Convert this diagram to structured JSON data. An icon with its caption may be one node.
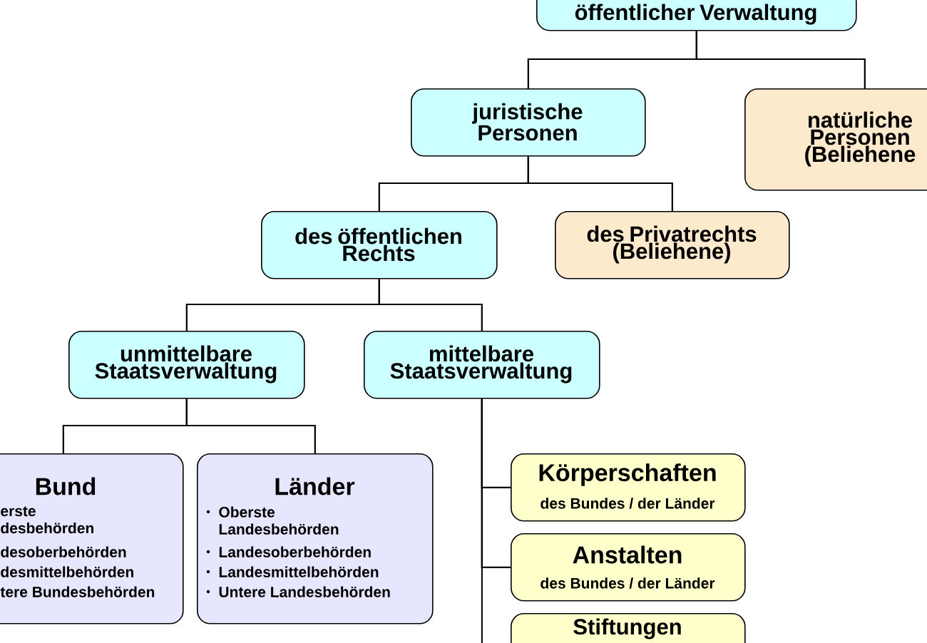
{
  "diagram": {
    "nodes": [
      {
        "text": [
          "öffentlicher Verwaltung"
        ]
      },
      {
        "text": [
          "juristische Personen"
        ]
      },
      {
        "text": [
          "natürliche Personen (Beliehene"
        ]
      },
      {
        "text": [
          "des öffentlichen Rechts"
        ]
      },
      {
        "text": [
          "des Privatrechts (Beliehene)"
        ]
      },
      {
        "text": [
          "unmittelbare Staatsverwaltung"
        ]
      },
      {
        "text": [
          "mittelbare Staatsverwaltung"
        ]
      },
      {
        "text": [
          "Bund",
          "erste desbehörden",
          "desoberbehörden",
          "desmittelbehörden",
          "tere Bundesbehörden"
        ]
      },
      {
        "text": [
          "Länder",
          "Oberste Landesbehörden",
          "Landesoberbehörden",
          "Landesmittelbehörden",
          "Untere Landesbehörden"
        ]
      },
      {
        "text": [
          "Körperschaften",
          "des Bundes / der Länder"
        ]
      },
      {
        "text": [
          "Anstalten",
          "des Bundes / der Länder"
        ]
      },
      {
        "text": [
          "Stiftungen"
        ]
      }
    ],
    "edges": [
      {
        "from": 0,
        "to": 1,
        "arrow": "none"
      },
      {
        "from": 0,
        "to": 2,
        "arrow": "none"
      },
      {
        "from": 1,
        "to": 3,
        "arrow": "none"
      },
      {
        "from": 1,
        "to": 4,
        "arrow": "none"
      },
      {
        "from": 3,
        "to": 5,
        "arrow": "none"
      },
      {
        "from": 3,
        "to": 6,
        "arrow": "none"
      },
      {
        "from": 5,
        "to": 7,
        "arrow": "none"
      },
      {
        "from": 5,
        "to": 8,
        "arrow": "none"
      },
      {
        "from": 6,
        "to": 9,
        "arrow": "none"
      },
      {
        "from": 6,
        "to": 10,
        "arrow": "none"
      },
      {
        "from": 6,
        "to": 11,
        "arrow": "none"
      }
    ]
  }
}
